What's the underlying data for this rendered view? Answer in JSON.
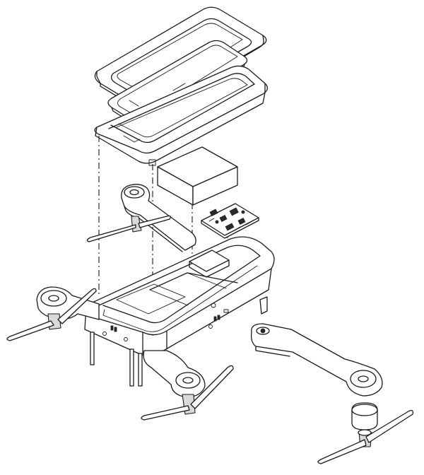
{
  "figure": {
    "colors": {
      "line": "#1a1a1a",
      "background": "#ffffff",
      "shade": "#d9d9d9"
    },
    "parts": [
      "top-cover-frame",
      "display-panel",
      "phone-tray",
      "battery-pack",
      "control-board",
      "main-body-frame",
      "rotor-arm-front-left",
      "rotor-arm-rear-left",
      "rotor-arm-back",
      "rotor-arm-right-detached",
      "propeller-blades",
      "landing-legs",
      "assembly-guide-lines"
    ]
  }
}
